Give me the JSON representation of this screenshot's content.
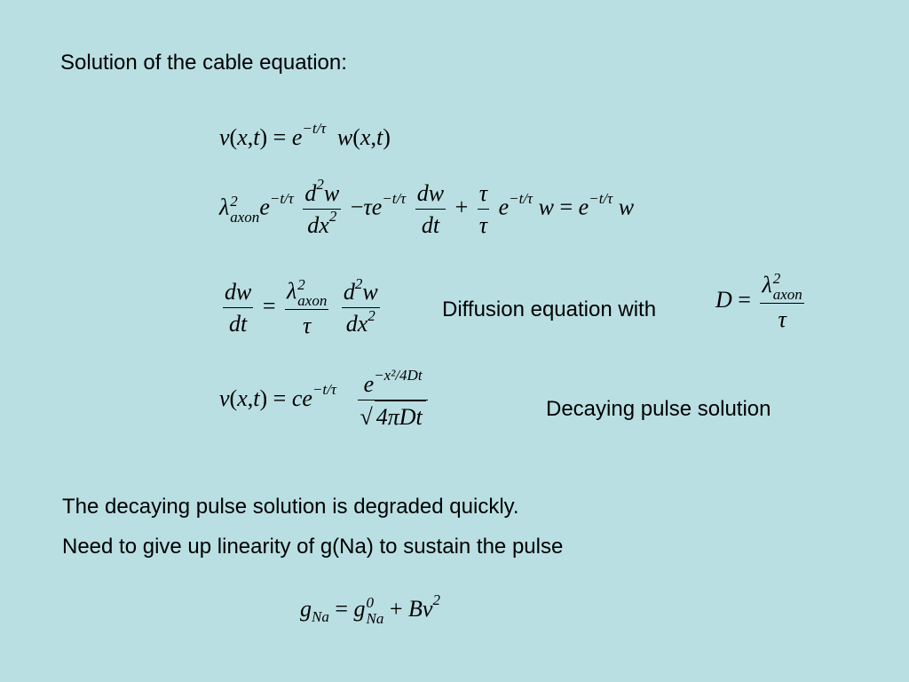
{
  "title": "Solution of the cable equation:",
  "labels": {
    "diffusion": "Diffusion equation with",
    "decaying": "Decaying pulse solution"
  },
  "lines": {
    "line1": "The decaying pulse solution is degraded quickly.",
    "line2": "Need to give up linearity of g(Na) to sustain the pulse"
  },
  "eq": {
    "v": "v",
    "w": "w",
    "x": "x",
    "t": "t",
    "e": "e",
    "c": "c",
    "d": "d",
    "D": "D",
    "B": "B",
    "g": "g",
    "lambda": "λ",
    "tau": "τ",
    "pi": "π",
    "two": "2",
    "zero": "0",
    "four": "4",
    "axon": "axon",
    "Na": "Na",
    "exp_t_tau": "−t/τ",
    "dw": "dw",
    "dt": "dt",
    "dx": "dx",
    "minus": "−",
    "plus": "+",
    "equals": "=",
    "open": "(",
    "close": ")",
    "comma": ",",
    "radical": "√",
    "exp_x2_4Dt": "−x²/4Dt",
    "fourpiDt": "4πDt"
  }
}
